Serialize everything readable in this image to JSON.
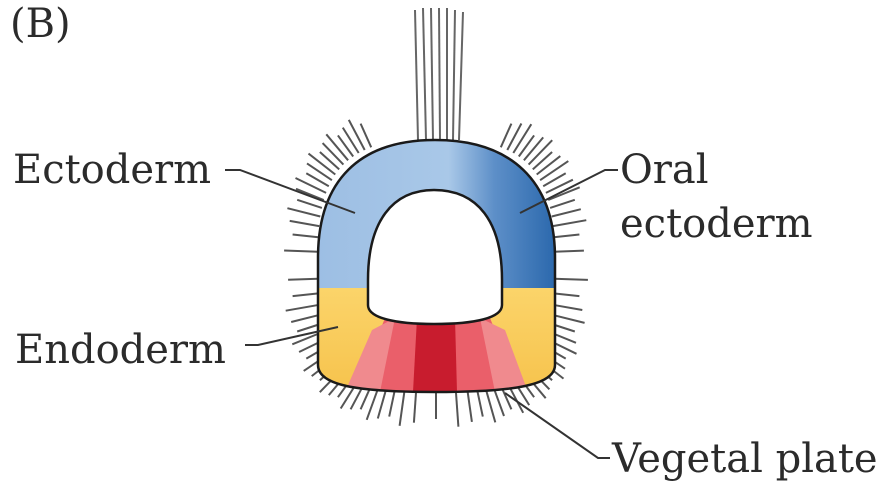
{
  "panel_label": "(B)",
  "labels": {
    "ectoderm": "Ectoderm",
    "oral_ectoderm_line1": "Oral",
    "oral_ectoderm_line2": "ectoderm",
    "endoderm": "Endoderm",
    "vegetal_plate": "Vegetal plate"
  },
  "colors": {
    "ectoderm": "#8fb5df",
    "oral_ectoderm": "#1f5fa6",
    "endoderm": "#f8cd5c",
    "vegetal_plate": "#e8424f",
    "vegetal_plate_center": "#c81c2e",
    "outline": "#1a1a1a",
    "cilia": "#555555"
  }
}
